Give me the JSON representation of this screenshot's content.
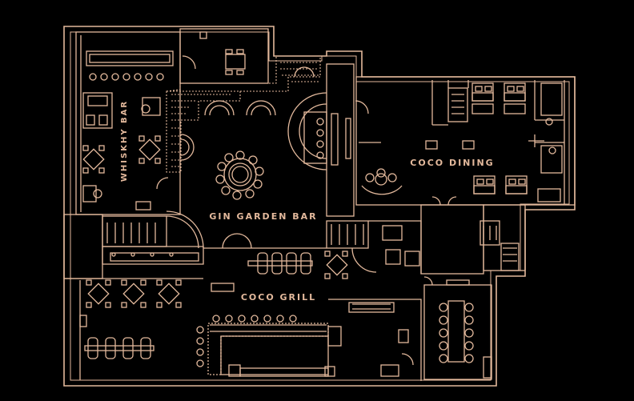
{
  "plan": {
    "line_color": "#e3b99c",
    "background": "#000000",
    "labels": {
      "whiskey_bar": "WHISKHY BAR",
      "gin_garden_bar": "GIN GARDEN BAR",
      "coco_dining": "COCO DINING",
      "coco_grill": "COCO GRILL"
    }
  }
}
